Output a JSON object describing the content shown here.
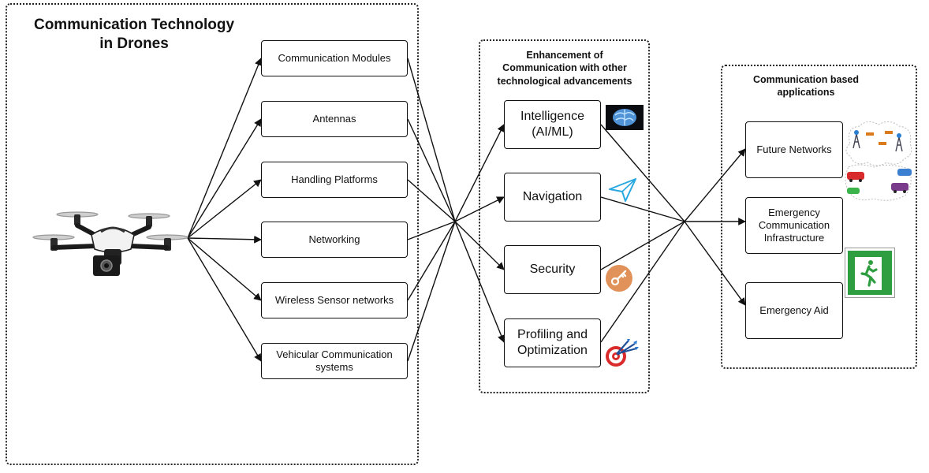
{
  "left_panel": {
    "title": "Communication Technology\nin Drones",
    "items": [
      "Communication Modules",
      "Antennas",
      "Handling Platforms",
      "Networking",
      "Wireless Sensor networks",
      "Vehicular Communication\nsystems"
    ]
  },
  "middle_panel": {
    "title": "Enhancement of\nCommunication with other\ntechnological advancements",
    "items": [
      {
        "label": "Intelligence\n(AI/ML)",
        "icon": "brain-icon"
      },
      {
        "label": "Navigation",
        "icon": "paper-plane-icon"
      },
      {
        "label": "Security",
        "icon": "key-icon"
      },
      {
        "label": "Profiling and\nOptimization",
        "icon": "target-darts-icon"
      }
    ]
  },
  "right_panel": {
    "title": "Communication based\napplications",
    "items": [
      {
        "label": "Future Networks",
        "icon": "network-cloud-icon"
      },
      {
        "label": "Emergency\nCommunication\nInfrastructure",
        "icon": ""
      },
      {
        "label": "Emergency Aid",
        "icon": "emergency-exit-icon"
      }
    ]
  },
  "drone_image": "drone-icon",
  "colors": {
    "line": "#111111",
    "brain_bg": "#0b0b12",
    "brain": "#6fb6ff",
    "plane": "#2aa8e0",
    "key_bg": "#e0925a",
    "exit_green": "#2f9e41",
    "target_red": "#d92b2b"
  }
}
